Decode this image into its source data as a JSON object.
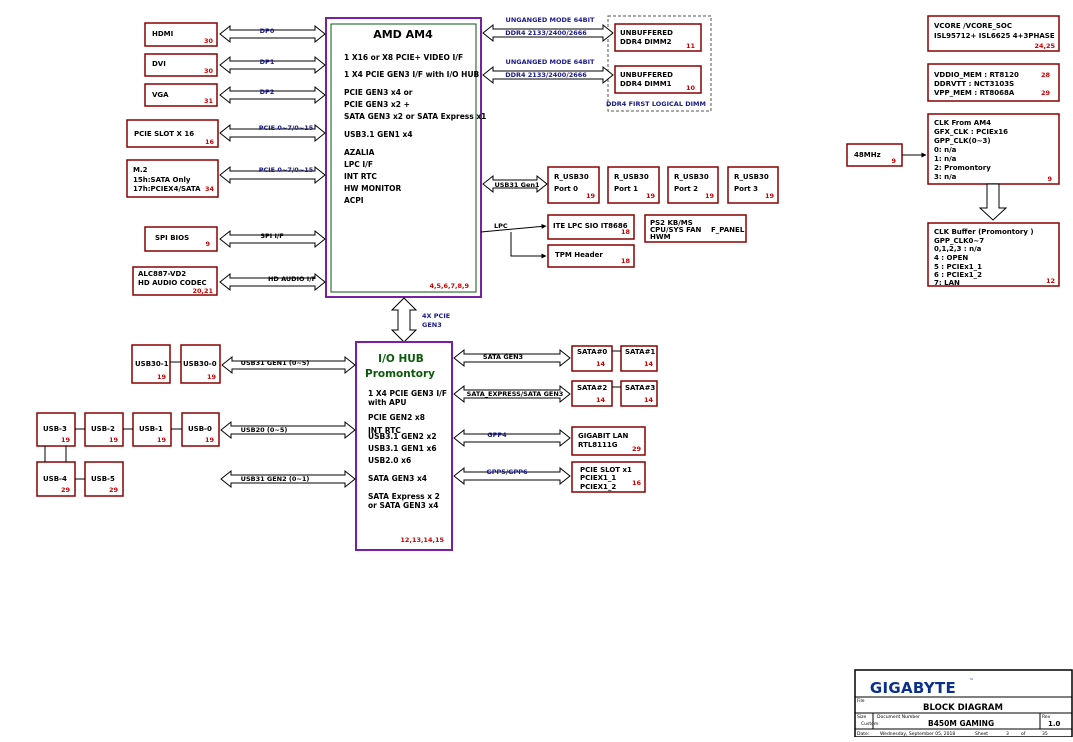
{
  "cpu": {
    "title": "AMD AM4",
    "lines": [
      "1 X16 or X8 PCIE+ VIDEO I/F",
      "1 X4 PCIE GEN3 I/F with I/O HUB",
      "PCIE GEN3  x4 or",
      "PCIE GEN3  x2 +",
      "SATA GEN3 x2 or SATA Express x1",
      "USB3.1 GEN1   x4",
      "AZALIA",
      "LPC I/F",
      "INT RTC",
      "HW MONITOR",
      "ACPI"
    ],
    "page": "4,5,6,7,8,9"
  },
  "cpu_left": [
    {
      "label": "HDMI",
      "page": "30",
      "link": "DP0"
    },
    {
      "label": "DVI",
      "page": "30",
      "link": "DP1"
    },
    {
      "label": "VGA",
      "page": "31",
      "link": "DP2"
    },
    {
      "label": "PCIE SLOT X 16",
      "page": "16",
      "link": "PCIE 0~7/0~15"
    },
    {
      "lines": [
        "M.2",
        "15h:SATA Only",
        "17h:PCIEX4/SATA"
      ],
      "page": "34",
      "link": "PCIE 0~7/0~15"
    },
    {
      "label": "SPI BIOS",
      "page": "9",
      "link": "SPI I/F"
    },
    {
      "lines": [
        "ALC887-VD2",
        "HD AUDIO CODEC"
      ],
      "page": "20,21",
      "link": "HD AUDIO I/F"
    }
  ],
  "dimm": {
    "channels": [
      {
        "mode": "UNGANGED MODE 64BIT",
        "speed": "DDR4 2133/2400/2666",
        "lines": [
          "UNBUFFERED",
          "DDR4 DIMM2"
        ],
        "page": "11"
      },
      {
        "mode": "UNGANGED MODE 64BIT",
        "speed": "DDR4 2133/2400/2666",
        "lines": [
          "UNBUFFERED",
          "DDR4 DIMM1"
        ],
        "page": "10"
      }
    ],
    "note": "DDR4 FIRST LOGICAL DIMM"
  },
  "usb_gen1": {
    "link": "USB31 Gen1",
    "ports": [
      {
        "name": "R_USB30",
        "port": "Port 0",
        "page": "19"
      },
      {
        "name": "R_USB30",
        "port": "Port 1",
        "page": "19"
      },
      {
        "name": "R_USB30",
        "port": "Port 2",
        "page": "19"
      },
      {
        "name": "R_USB30",
        "port": "Port 3",
        "page": "19"
      }
    ]
  },
  "lpc": {
    "link": "LPC",
    "sio": {
      "label": "ITE LPC SIO IT8686",
      "page": "18"
    },
    "sio_side": [
      "PS2 KB/MS",
      "CPU/SYS FAN",
      "HWM"
    ],
    "fpanel": "F_PANEL",
    "tpm": {
      "label": "TPM Header",
      "page": "18"
    }
  },
  "power": [
    {
      "lines": [
        "VCORE /VCORE_SOC",
        "ISL95712+ ISL6625  4+3PHASE"
      ],
      "page": "24,25"
    },
    {
      "lines": [
        "VDDIO_MEM : RT8120",
        "DDRVTT : NCT3103S",
        "VPP_MEM : RT8068A"
      ],
      "pages": [
        "28",
        "",
        "29"
      ]
    }
  ],
  "clock": {
    "osc": {
      "label": "48MHz",
      "page": "9"
    },
    "cpu_clk": {
      "lines": [
        "CLK From AM4",
        "GFX_CLK :  PCIEx16",
        "GPP_CLK(0~3)",
        "0:  n/a",
        "1:  n/a",
        "2:  Promontory",
        "3:  n/a"
      ],
      "page": "9"
    },
    "buffer": {
      "lines": [
        "CLK Buffer (Promontory )",
        "GPP_CLK0~7",
        "0,1,2,3 : n/a",
        "4 : OPEN",
        "5 : PCIEx1_1",
        "6 : PCIEx1_2",
        "7:   LAN"
      ],
      "page": "12"
    }
  },
  "cpu_hub_link": [
    "4X PCIE",
    "GEN3"
  ],
  "hub": {
    "title": [
      "I/O HUB",
      "Promontory"
    ],
    "lines": [
      "1 X4 PCIE GEN3 I/F",
      "with APU",
      "PCIE GEN2  x8",
      "INT RTC",
      "USB3.1 GEN2 x2",
      "USB3.1 GEN1 x6",
      "USB2.0  x6",
      "SATA GEN3 x4",
      "SATA Express  x 2",
      "or SATA GEN3 x4"
    ],
    "page": "12,13,14,15"
  },
  "hub_left": {
    "usb30": [
      {
        "label": "USB30-1",
        "page": "19"
      },
      {
        "label": "USB30-0",
        "page": "19"
      }
    ],
    "usb30_link": "USB31 GEN1 (0~5)",
    "usb20": [
      {
        "label": "USB-3",
        "page": "19"
      },
      {
        "label": "USB-2",
        "page": "19"
      },
      {
        "label": "USB-1",
        "page": "19"
      },
      {
        "label": "USB-0",
        "page": "19"
      },
      {
        "label": "USB-4",
        "page": "29"
      },
      {
        "label": "USB-5",
        "page": "29"
      }
    ],
    "usb20_link": "USB20 (0~5)",
    "gen2_link": "USB31 GEN2 (0~1)"
  },
  "hub_right": {
    "sata_links": [
      "SATA GEN3",
      "SATA_EXPRESS/SATA GEN3"
    ],
    "sata": [
      {
        "label": "SATA#0",
        "page": "14"
      },
      {
        "label": "SATA#1",
        "page": "14"
      },
      {
        "label": "SATA#2",
        "page": "14"
      },
      {
        "label": "SATA#3",
        "page": "14"
      }
    ],
    "lan": {
      "link": "GPP4",
      "lines": [
        "GIGABIT LAN",
        "RTL8111G"
      ],
      "page": "29"
    },
    "slots": {
      "link": "GPP5/GPP6",
      "lines": [
        "PCIE SLOT x1",
        "PCIEX1_1",
        "PCIEX1_2"
      ],
      "page": "16"
    }
  },
  "title_block": {
    "logo": "GIGABYTE",
    "tm": "™",
    "file_label": "File",
    "title": "BLOCK DIAGRAM",
    "size_label": "Size",
    "size_value": "Custom",
    "docnum_label": "Document Number",
    "docnum_value": "B450M GAMING",
    "rev_label": "Rev",
    "rev_value": "1.0",
    "date_label": "Date:",
    "date_value": "Wednesday, September 05, 2018",
    "sheet_label": "Sheet",
    "sheet_num": "3",
    "of_label": "of",
    "sheet_total": "35"
  },
  "colors": {
    "box": "#8b0000",
    "cpu_border": "#7b1fa2",
    "cpu_inner": "#0a5a0a",
    "hub_title": "#0a5a0a",
    "page_num": "#cc0000",
    "link_label": "#1a1a8c"
  }
}
